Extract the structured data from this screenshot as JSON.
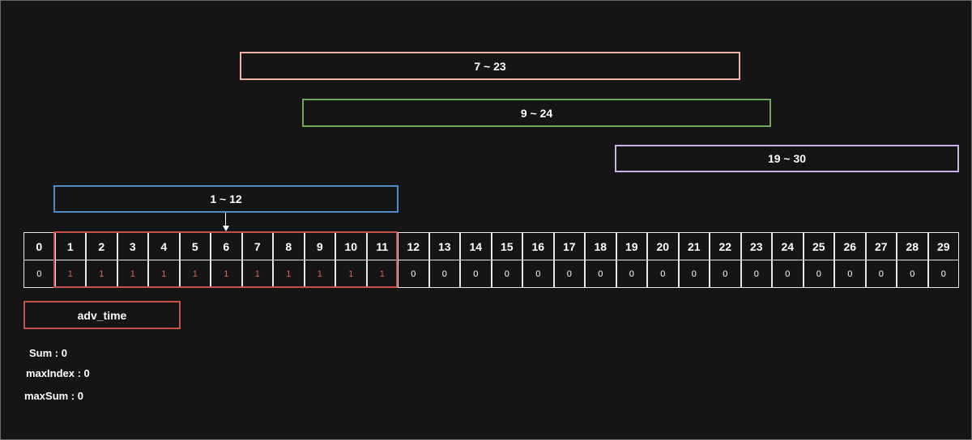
{
  "ranges": [
    {
      "label": "7 ~ 23",
      "color": "#f2b3a6"
    },
    {
      "label": "9 ~ 24",
      "color": "#6ea95a"
    },
    {
      "label": "19 ~ 30",
      "color": "#c8b3e3"
    },
    {
      "label": "1 ~ 12",
      "color": "#4f88c6"
    }
  ],
  "indices": [
    "0",
    "1",
    "2",
    "3",
    "4",
    "5",
    "6",
    "7",
    "8",
    "9",
    "10",
    "11",
    "12",
    "13",
    "14",
    "15",
    "16",
    "17",
    "18",
    "19",
    "20",
    "21",
    "22",
    "23",
    "24",
    "25",
    "26",
    "27",
    "28",
    "29"
  ],
  "values": [
    "0",
    "1",
    "1",
    "1",
    "1",
    "1",
    "1",
    "1",
    "1",
    "1",
    "1",
    "1",
    "0",
    "0",
    "0",
    "0",
    "0",
    "0",
    "0",
    "0",
    "0",
    "0",
    "0",
    "0",
    "0",
    "0",
    "0",
    "0",
    "0",
    "0"
  ],
  "highlighted": [
    1,
    2,
    3,
    4,
    5,
    6,
    7,
    8,
    9,
    10,
    11
  ],
  "array_label": "adv_time",
  "stats": {
    "sum": "Sum : 0",
    "max_index": "maxIndex : 0",
    "max_sum": "maxSum : 0"
  },
  "colors": {
    "background": "#151515",
    "highlight": "#c94f4a",
    "text": "#ffffff"
  }
}
